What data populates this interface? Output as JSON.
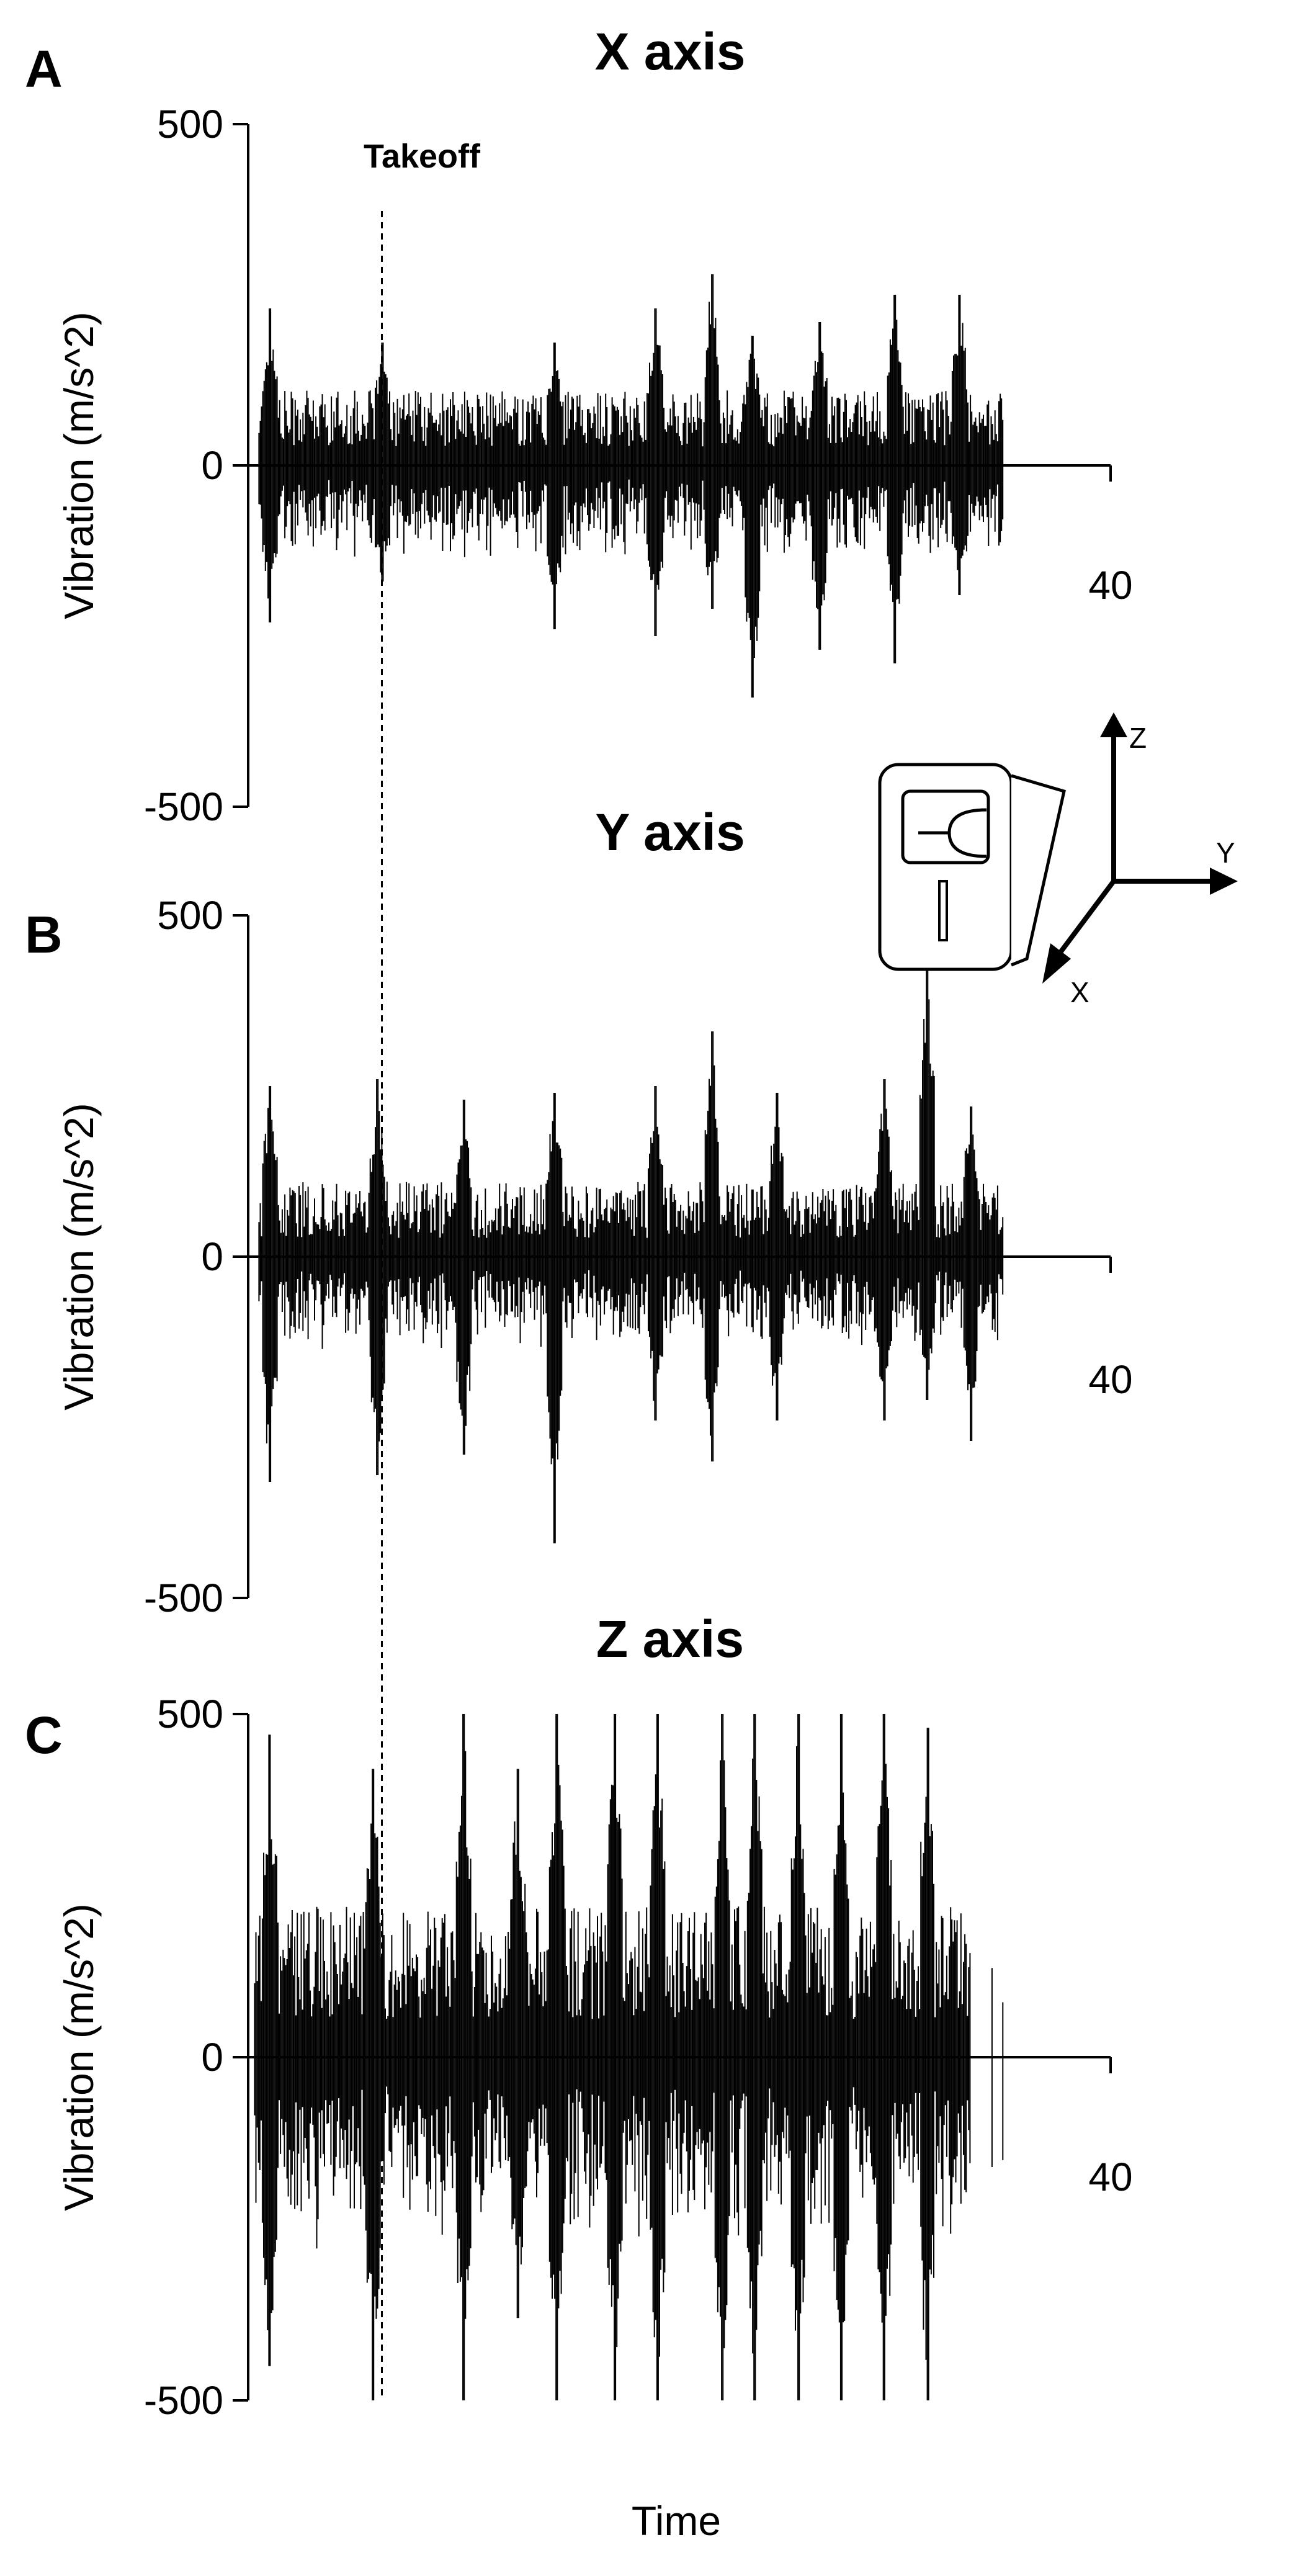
{
  "chart_data": [
    {
      "type": "line",
      "panel": "A",
      "title": "X axis",
      "ylabel": "Vibration (m/s^2)",
      "ylim": [
        -500,
        500
      ],
      "yticks": [
        "500",
        "0",
        "-500"
      ],
      "xticks": [
        "40"
      ],
      "xlim": [
        0,
        40
      ],
      "series_color": "#000000",
      "signal": {
        "start": 0.5,
        "end": 35.0,
        "baseline_amp": 110,
        "bursts": [
          {
            "t": 1.0,
            "max": 230,
            "min": -230
          },
          {
            "t": 6.2,
            "max": 180,
            "min": -170
          },
          {
            "t": 14.2,
            "max": 180,
            "min": -240
          },
          {
            "t": 18.9,
            "max": 230,
            "min": -250
          },
          {
            "t": 21.5,
            "max": 280,
            "min": -210
          },
          {
            "t": 23.4,
            "max": 190,
            "min": -340
          },
          {
            "t": 26.5,
            "max": 210,
            "min": -270
          },
          {
            "t": 30.0,
            "max": 250,
            "min": -290
          },
          {
            "t": 33.0,
            "max": 250,
            "min": -190
          }
        ]
      }
    },
    {
      "type": "line",
      "panel": "B",
      "title": "Y axis",
      "ylabel": "Vibration (m/s^2)",
      "ylim": [
        -500,
        500
      ],
      "yticks": [
        "500",
        "0",
        "-500"
      ],
      "xticks": [
        "40"
      ],
      "xlim": [
        0,
        40
      ],
      "series_color": "#000000",
      "signal": {
        "start": 0.5,
        "end": 35.0,
        "baseline_amp": 110,
        "bursts": [
          {
            "t": 1.0,
            "max": 250,
            "min": -330
          },
          {
            "t": 6.0,
            "max": 260,
            "min": -320
          },
          {
            "t": 10.0,
            "max": 230,
            "min": -290
          },
          {
            "t": 14.2,
            "max": 240,
            "min": -420
          },
          {
            "t": 18.9,
            "max": 250,
            "min": -240
          },
          {
            "t": 21.5,
            "max": 330,
            "min": -300
          },
          {
            "t": 24.5,
            "max": 240,
            "min": -240
          },
          {
            "t": 29.5,
            "max": 260,
            "min": -240
          },
          {
            "t": 31.5,
            "max": 470,
            "min": -210
          },
          {
            "t": 33.5,
            "max": 220,
            "min": -270
          }
        ]
      }
    },
    {
      "type": "line",
      "panel": "C",
      "title": "Z axis",
      "ylabel": "Vibration (m/s^2)",
      "xlabel": "Time",
      "ylim": [
        -500,
        500
      ],
      "yticks": [
        "500",
        "0",
        "-500"
      ],
      "xticks": [
        "40"
      ],
      "xlim": [
        0,
        40
      ],
      "series_color": "#000000",
      "signal": {
        "start": 0.3,
        "end": 33.5,
        "baseline_amp": 220,
        "tail": [
          {
            "t": 34.5,
            "max": 130,
            "min": -160
          },
          {
            "t": 35.0,
            "max": 80,
            "min": -150
          }
        ],
        "bursts": [
          {
            "t": 1.0,
            "max": 470,
            "min": -450
          },
          {
            "t": 5.8,
            "max": 420,
            "min": -500
          },
          {
            "t": 10.0,
            "max": 500,
            "min": -500
          },
          {
            "t": 12.5,
            "max": 420,
            "min": -380
          },
          {
            "t": 14.3,
            "max": 500,
            "min": -500
          },
          {
            "t": 17.0,
            "max": 500,
            "min": -500
          },
          {
            "t": 19.0,
            "max": 500,
            "min": -500
          },
          {
            "t": 22.0,
            "max": 500,
            "min": -500
          },
          {
            "t": 23.5,
            "max": 500,
            "min": -500
          },
          {
            "t": 25.5,
            "max": 500,
            "min": -500
          },
          {
            "t": 27.5,
            "max": 500,
            "min": -500
          },
          {
            "t": 29.5,
            "max": 500,
            "min": -500
          },
          {
            "t": 31.5,
            "max": 480,
            "min": -500
          }
        ]
      }
    }
  ],
  "annotations": {
    "takeoff_label": "Takeoff",
    "takeoff_t": 6.2,
    "panel_letters": [
      "A",
      "B",
      "C"
    ]
  },
  "orientation_diagram": {
    "icon": "device-orientation-icon",
    "axis_labels": {
      "z": "Z",
      "y": "Y",
      "x": "X"
    }
  }
}
